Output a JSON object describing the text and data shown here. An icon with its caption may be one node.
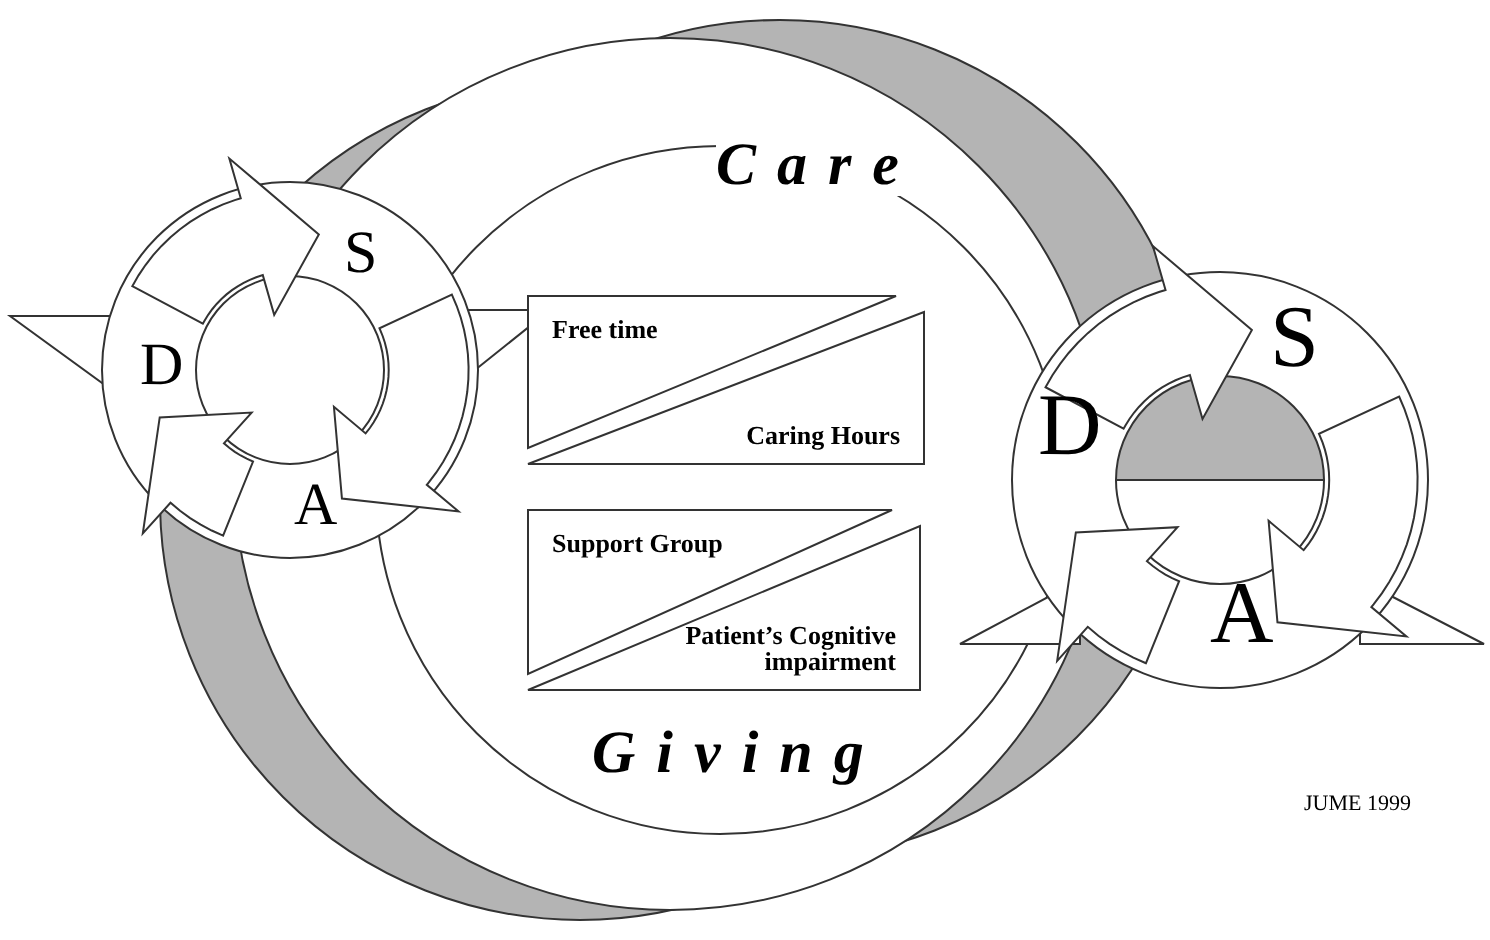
{
  "diagram": {
    "nodes": [
      {
        "text": [
          "S",
          "D",
          "A"
        ]
      },
      {
        "text": [
          "S",
          "D",
          "A"
        ]
      },
      {
        "text": [
          "Free time",
          "Caring Hours"
        ]
      },
      {
        "text": [
          "Support Group",
          "Patient’s Cognitive impairment"
        ]
      }
    ],
    "labels": [
      "Care",
      "Giving",
      "JUME 1999"
    ]
  }
}
